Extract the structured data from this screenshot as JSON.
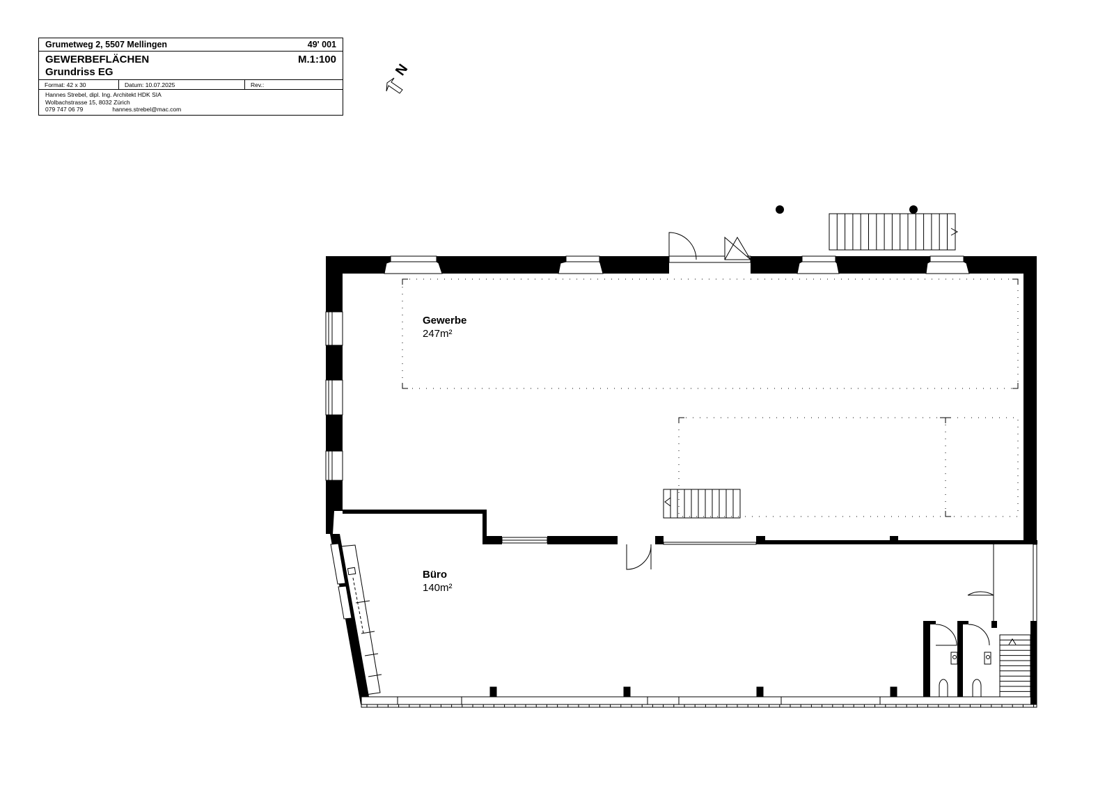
{
  "title_block": {
    "address": "Grumetweg 2, 5507 Mellingen",
    "project_number": "49' 001",
    "title": "GEWERBEFLÄCHEN",
    "subtitle": "Grundriss EG",
    "scale": "M.1:100",
    "format": "Format: 42 x 30",
    "date": "Datum: 10.07.2025",
    "revision": "Rev.:",
    "architect": "Hannes Strebel, dipl. Ing. Architekt HDK SIA",
    "street": "Wolbachstrasse 15, 8032 Zürich",
    "phone": "079 747 06 79",
    "email": "hannes.strebel@mac.com"
  },
  "north_label": "N",
  "rooms": [
    {
      "name": "Gewerbe",
      "area": "247m²"
    },
    {
      "name": "Büro",
      "area": "140m²"
    }
  ],
  "colors": {
    "wall": "#000000",
    "background": "#ffffff",
    "line": "#000000"
  }
}
